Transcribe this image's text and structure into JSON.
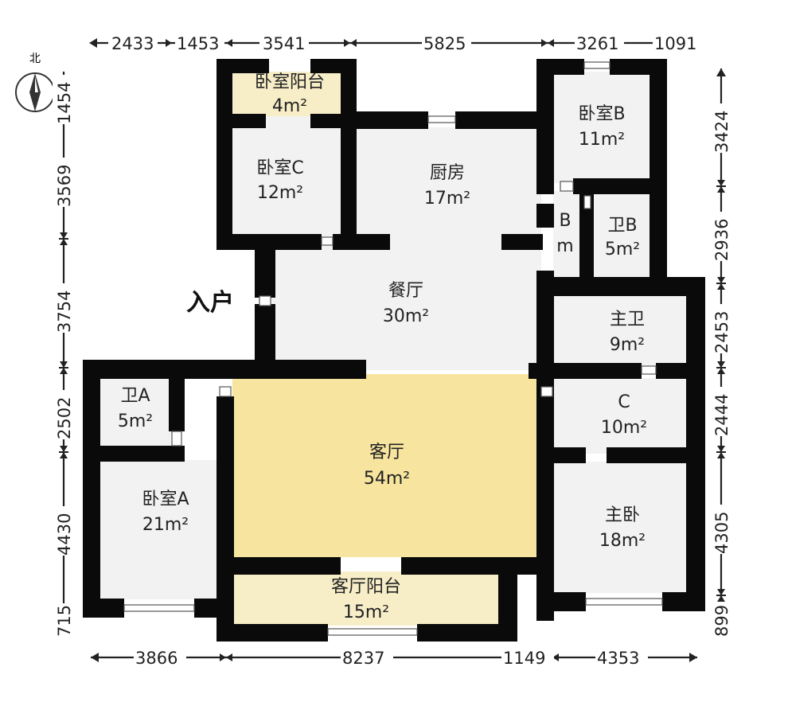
{
  "compass": {
    "label": "北",
    "icon": "north-compass-icon"
  },
  "entrance": {
    "label": "入户"
  },
  "rooms": [
    {
      "key": "bedroom-c-balcony",
      "name": "卧室阳台",
      "area": "4m²"
    },
    {
      "key": "bedroom-c",
      "name": "卧室C",
      "area": "12m²"
    },
    {
      "key": "kitchen",
      "name": "厨房",
      "area": "17m²"
    },
    {
      "key": "bedroom-b",
      "name": "卧室B",
      "area": "11m²"
    },
    {
      "key": "partial-b",
      "name": "B",
      "area": "m"
    },
    {
      "key": "bath-b",
      "name": "卫B",
      "area": "5m²"
    },
    {
      "key": "dining",
      "name": "餐厅",
      "area": "30m²"
    },
    {
      "key": "master-bath",
      "name": "主卫",
      "area": "9m²"
    },
    {
      "key": "room-c",
      "name": "C",
      "area": "10m²"
    },
    {
      "key": "bath-a",
      "name": "卫A",
      "area": "5m²"
    },
    {
      "key": "living",
      "name": "客厅",
      "area": "54m²"
    },
    {
      "key": "bedroom-a",
      "name": "卧室A",
      "area": "21m²"
    },
    {
      "key": "master-bedroom",
      "name": "主卧",
      "area": "18m²"
    },
    {
      "key": "living-balcony",
      "name": "客厅阳台",
      "area": "15m²"
    }
  ],
  "dimensions": {
    "top": [
      "2433",
      "1453",
      "3541",
      "5825",
      "3261",
      "1091"
    ],
    "bottom": [
      "3866",
      "8237",
      "1149",
      "4353"
    ],
    "left": [
      "1454",
      "3569",
      "3754",
      "2502",
      "4430",
      "715"
    ],
    "right": [
      "3424",
      "2936",
      "2453",
      "2444",
      "4305",
      "899"
    ]
  },
  "colors": {
    "wall": "#0a0a0a",
    "floor": "#f2f2f2",
    "living_floor": "#f7e49e",
    "balcony_floor": "#f7eec8",
    "window": "#ffffff"
  }
}
